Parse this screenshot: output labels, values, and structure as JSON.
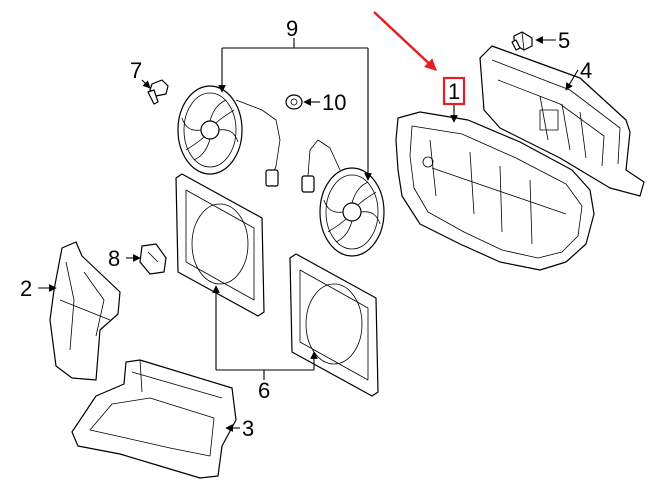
{
  "callouts": {
    "c1": "1",
    "c2": "2",
    "c3": "3",
    "c4": "4",
    "c5": "5",
    "c6": "6",
    "c7": "7",
    "c8": "8",
    "c9": "9",
    "c10": "10"
  },
  "highlight": {
    "callout": "1",
    "box_color": "#e31e24",
    "pointer_color": "#e31e24"
  }
}
